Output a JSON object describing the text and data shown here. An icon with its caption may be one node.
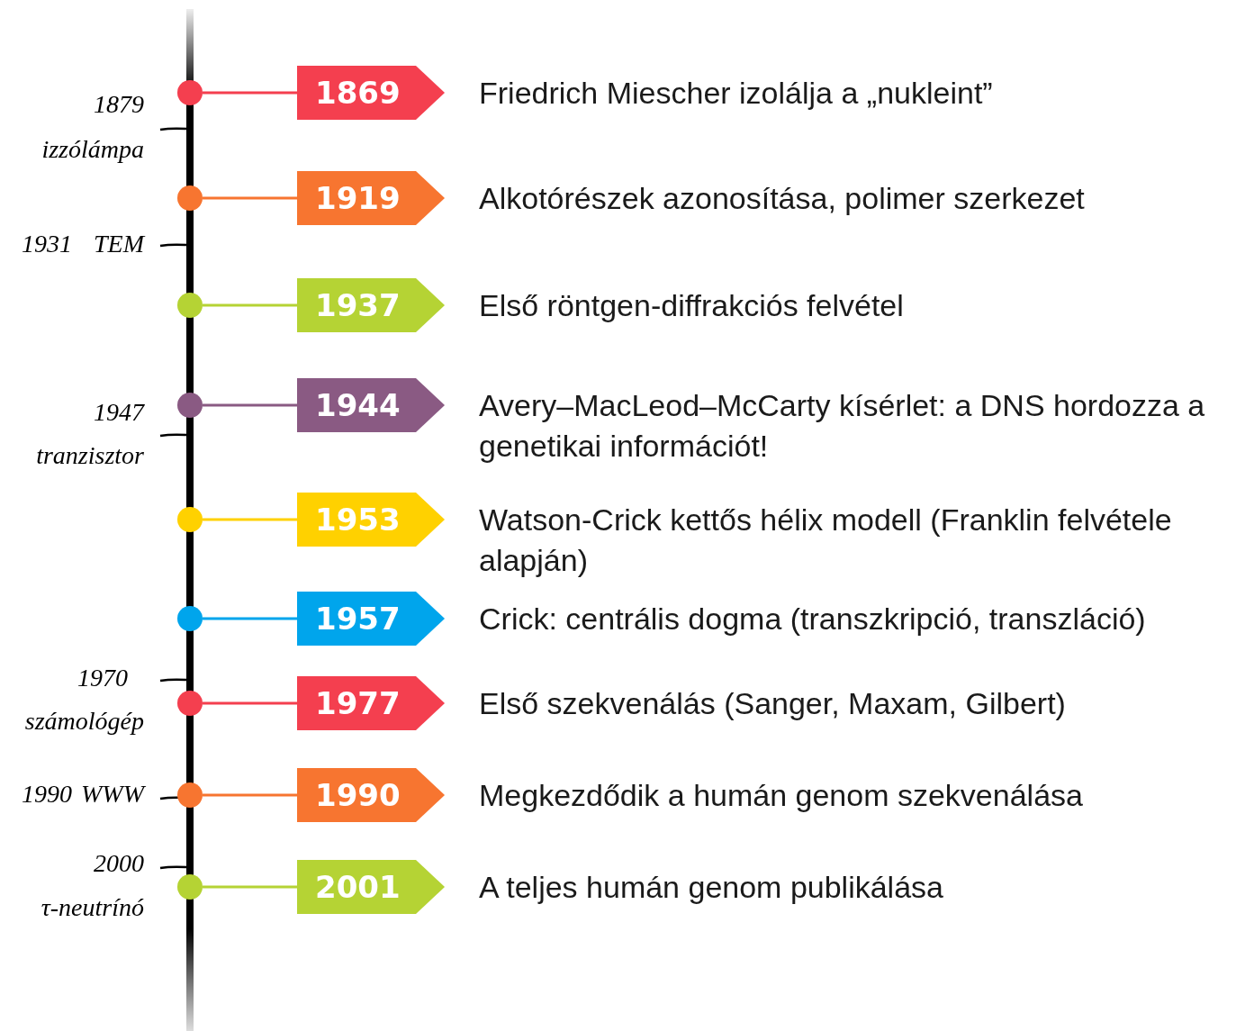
{
  "diagram": {
    "nodes": [
      {
        "text": [],
        "shape": "circle"
      },
      {
        "text": [
          "1869"
        ],
        "beside": [
          "Friedrich Miescher izolálja a „nukleint”"
        ]
      },
      {
        "text": [],
        "shape": "circle"
      },
      {
        "text": [
          "1919"
        ],
        "beside": [
          "Alkotórészek azonosítása, polimer szerkezet"
        ]
      },
      {
        "text": [],
        "shape": "circle"
      },
      {
        "text": [
          "1937"
        ],
        "beside": [
          "Első röntgen-diffrakciós felvétel"
        ]
      },
      {
        "text": [],
        "shape": "circle"
      },
      {
        "text": [
          "1944"
        ],
        "beside": [
          "Avery–MacLeod–McCarty kísérlet: a DNS hordozza a genetikai információt!"
        ]
      },
      {
        "text": [],
        "shape": "circle"
      },
      {
        "text": [
          "1953"
        ],
        "beside": [
          "Watson-Crick kettős hélix modell (Franklin felvétele alapján)"
        ]
      },
      {
        "text": [],
        "shape": "circle"
      },
      {
        "text": [
          "1957"
        ],
        "beside": [
          "Crick: centrális dogma (transzkripció, transzláció)"
        ]
      },
      {
        "text": [],
        "shape": "circle"
      },
      {
        "text": [
          "1977"
        ],
        "beside": [
          "Első szekvenálás (Sanger, Maxam, Gilbert)"
        ]
      },
      {
        "text": [],
        "shape": "circle"
      },
      {
        "text": [
          "1990"
        ],
        "beside": [
          "Megkezdődik a humán genom szekvenálása"
        ]
      },
      {
        "text": [],
        "shape": "circle"
      },
      {
        "text": [
          "2001"
        ],
        "beside": [
          "A teljes humán genom publikálása"
        ]
      }
    ],
    "edges": [
      {
        "from": 0,
        "to": 1,
        "arrow": "none",
        "color": "#f43f4f"
      },
      {
        "from": 2,
        "to": 3,
        "arrow": "none",
        "color": "#f77530"
      },
      {
        "from": 4,
        "to": 5,
        "arrow": "none",
        "color": "#b5d334"
      },
      {
        "from": 6,
        "to": 7,
        "arrow": "none",
        "color": "#8a5a83"
      },
      {
        "from": 8,
        "to": 9,
        "arrow": "none",
        "color": "#ffd100"
      },
      {
        "from": 10,
        "to": 11,
        "arrow": "none",
        "color": "#00a5ec"
      },
      {
        "from": 12,
        "to": 13,
        "arrow": "none",
        "color": "#f43f4f"
      },
      {
        "from": 14,
        "to": 15,
        "arrow": "none",
        "color": "#f77530"
      },
      {
        "from": 16,
        "to": 17,
        "arrow": "none",
        "color": "#b5d334"
      }
    ],
    "labels": [
      "1879",
      "izzólámpa",
      "1931",
      "TEM",
      "1947",
      "tranzisztor",
      "1970",
      "számológép",
      "1990",
      "WWW",
      "2000",
      "τ-neutrínó"
    ]
  }
}
